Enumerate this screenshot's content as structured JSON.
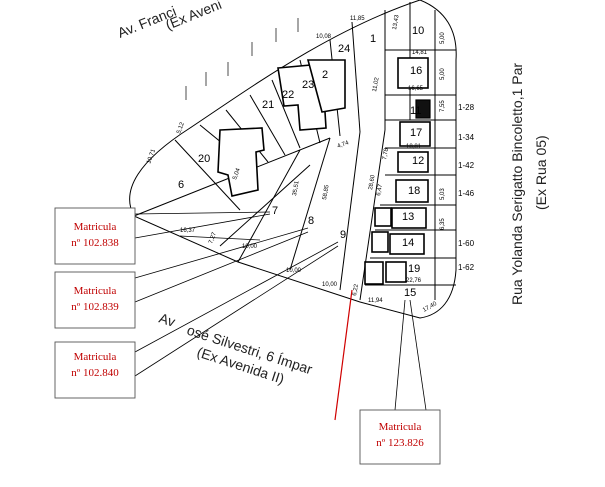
{
  "streets": {
    "top": "Av. Franci",
    "top_sub": "(Ex Aveni",
    "right": "Rua Yolanda Serigatto Bincoletto,1 Par",
    "right_sub": "(Ex Rua 05)",
    "bottom_a": "Av",
    "bottom_b": "osé Silvestri, 6 Ímpar",
    "bottom_sub": "(Ex Avenida II)"
  },
  "lots": {
    "l1": "1",
    "l2": "2",
    "l6": "6",
    "l7": "7",
    "l8": "8",
    "l9": "9",
    "l10": "10",
    "l11": "11",
    "l12": "12",
    "l13": "13",
    "l14": "14",
    "l15": "15",
    "l16": "16",
    "l17": "17",
    "l18": "18",
    "l19": "19",
    "l20": "20",
    "l21": "21",
    "l22": "22",
    "l23": "23",
    "l24": "24"
  },
  "house_numbers": [
    "1-28",
    "1-34",
    "1-42",
    "1-46",
    "1-60",
    "1-62"
  ],
  "measures": {
    "m1": "11,85",
    "m2": "10,08",
    "m3": "14,81",
    "m4": "13,43",
    "m5": "11,02",
    "m6": "16,65",
    "m7": "18,81",
    "m8": "10,71",
    "m9": "35,51",
    "m10": "58,85",
    "m11": "28,60",
    "m12": "10,00",
    "m13": "10,00",
    "m14": "11,94",
    "m15": "17,40",
    "m16": "22,76",
    "m17": "5,00",
    "m18": "5,00",
    "m19": "7,55",
    "m20": "7,78",
    "m21": "6,47",
    "m22": "4,74",
    "m23": "5,04",
    "m24": "6,22",
    "m25": "5,12",
    "m26": "7,27",
    "m27": "16,37",
    "m28": "10,00",
    "m29": "6,35",
    "m30": "5,03"
  },
  "matriculas": [
    {
      "label": "Matricula",
      "number": "nº 102.838"
    },
    {
      "label": "Matricula",
      "number": "nº 102.839"
    },
    {
      "label": "Matricula",
      "number": "nº 102.840"
    },
    {
      "label": "Matricula",
      "number": "nº 123.826"
    }
  ]
}
